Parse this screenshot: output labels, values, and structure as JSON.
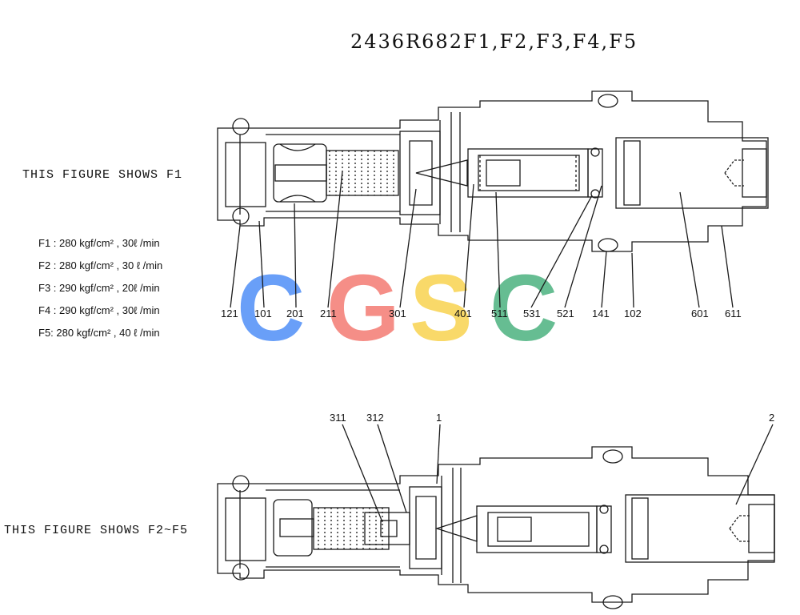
{
  "title": "2436R682F1,F2,F3,F4,F5",
  "caption_top": "THIS FIGURE SHOWS F1",
  "caption_bottom": "THIS FIGURE SHOWS F2~F5",
  "specs": [
    "F1 : 280 kgf/cm² , 30ℓ /min",
    "F2 : 280 kgf/cm² , 30 ℓ /min",
    "F3 : 290 kgf/cm² , 20ℓ /min",
    "F4 : 290 kgf/cm² , 30ℓ /min",
    "F5: 280 kgf/cm² , 40 ℓ /min"
  ],
  "top_parts": [
    "121",
    "101",
    "201",
    "211",
    "301",
    "401",
    "511",
    "531",
    "521",
    "141",
    "102",
    "601",
    "611"
  ],
  "bottom_parts": [
    "311",
    "312",
    "1",
    "2"
  ],
  "watermark": {
    "letters": [
      "C",
      "G",
      "S",
      "C"
    ],
    "colors": [
      "#4f8ff7",
      "#f47b73",
      "#f9d34f",
      "#4cb27f"
    ]
  }
}
